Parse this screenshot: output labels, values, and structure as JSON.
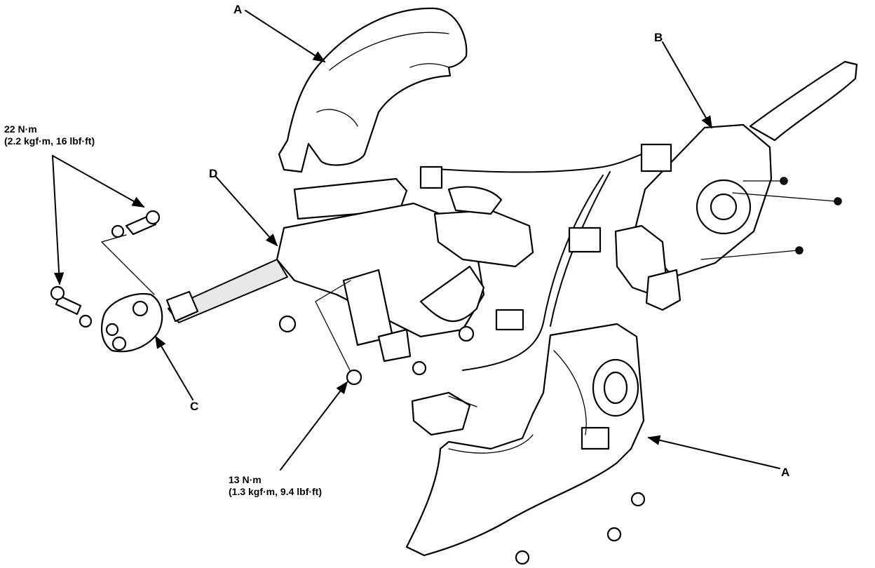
{
  "labels": {
    "a_top": "A",
    "a_bottom": "A",
    "b": "B",
    "c": "C",
    "d": "D"
  },
  "torque_upper": {
    "line1": "22 N·m",
    "line2": "(2.2 kgf·m, 16 lbf·ft)"
  },
  "torque_lower": {
    "line1": "13 N·m",
    "line2": "(1.3 kgf·m, 9.4 lbf·ft)"
  }
}
